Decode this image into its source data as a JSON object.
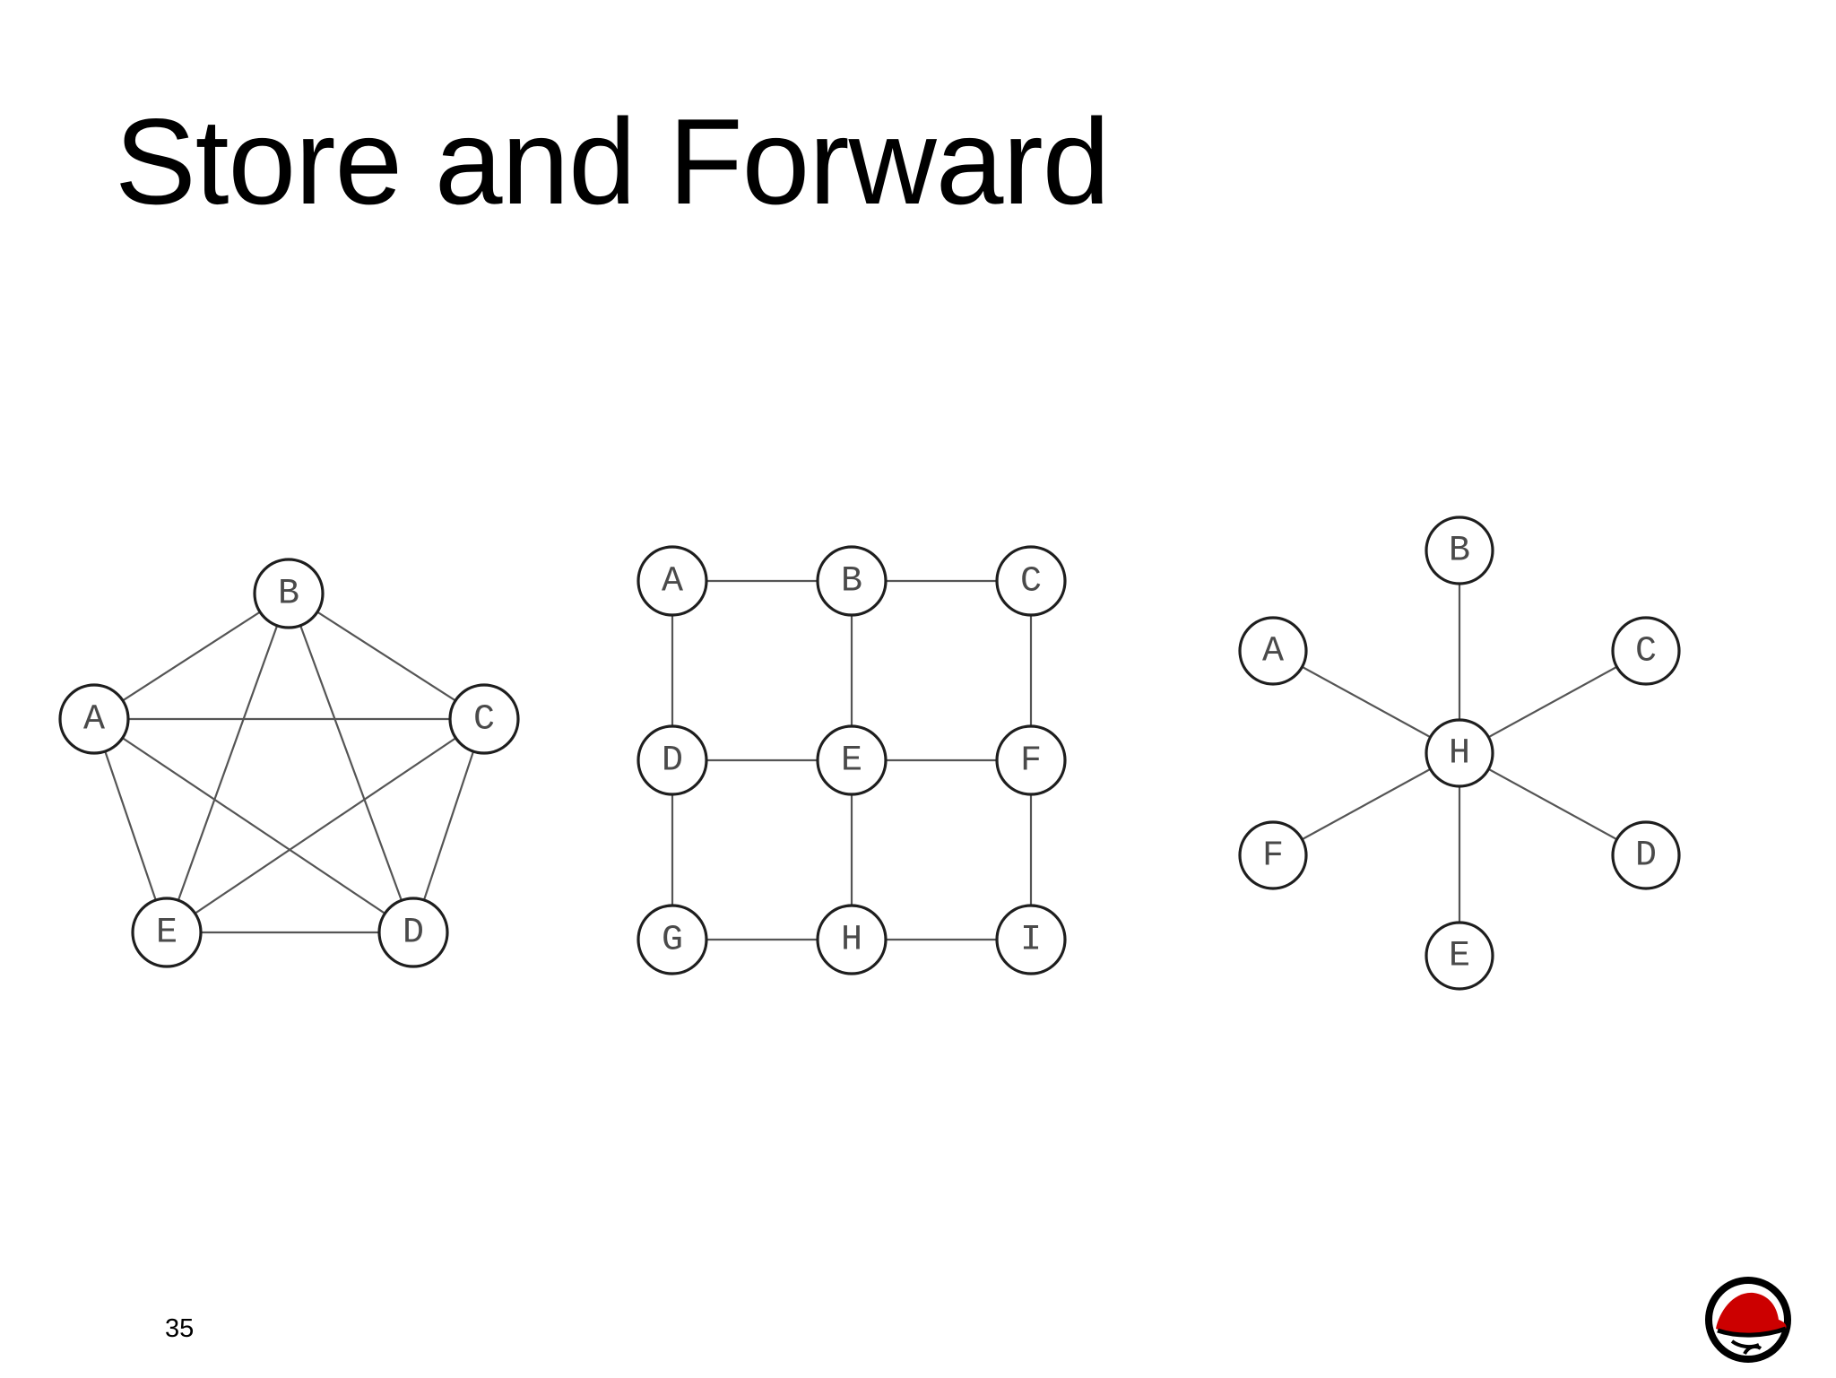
{
  "slide": {
    "title": "Store and Forward",
    "page_number": "35"
  },
  "diagrams": [
    {
      "name": "full-mesh",
      "nodes": [
        "A",
        "B",
        "C",
        "D",
        "E"
      ],
      "edges": [
        [
          "A",
          "B"
        ],
        [
          "A",
          "C"
        ],
        [
          "A",
          "D"
        ],
        [
          "A",
          "E"
        ],
        [
          "B",
          "C"
        ],
        [
          "B",
          "D"
        ],
        [
          "B",
          "E"
        ],
        [
          "C",
          "D"
        ],
        [
          "C",
          "E"
        ],
        [
          "D",
          "E"
        ]
      ]
    },
    {
      "name": "grid",
      "nodes": [
        "A",
        "B",
        "C",
        "D",
        "E",
        "F",
        "G",
        "H",
        "I"
      ],
      "edges": [
        [
          "A",
          "B"
        ],
        [
          "B",
          "C"
        ],
        [
          "D",
          "E"
        ],
        [
          "E",
          "F"
        ],
        [
          "G",
          "H"
        ],
        [
          "H",
          "I"
        ],
        [
          "A",
          "D"
        ],
        [
          "D",
          "G"
        ],
        [
          "B",
          "E"
        ],
        [
          "E",
          "H"
        ],
        [
          "C",
          "F"
        ],
        [
          "F",
          "I"
        ]
      ]
    },
    {
      "name": "star",
      "nodes": [
        "A",
        "B",
        "C",
        "D",
        "E",
        "F",
        "H"
      ],
      "edges": [
        [
          "H",
          "A"
        ],
        [
          "H",
          "B"
        ],
        [
          "H",
          "C"
        ],
        [
          "H",
          "D"
        ],
        [
          "H",
          "E"
        ],
        [
          "H",
          "F"
        ]
      ]
    }
  ],
  "colors": {
    "logo_hat": "#cc0000"
  },
  "logo": {
    "icon": "red-hat-logo-icon"
  }
}
